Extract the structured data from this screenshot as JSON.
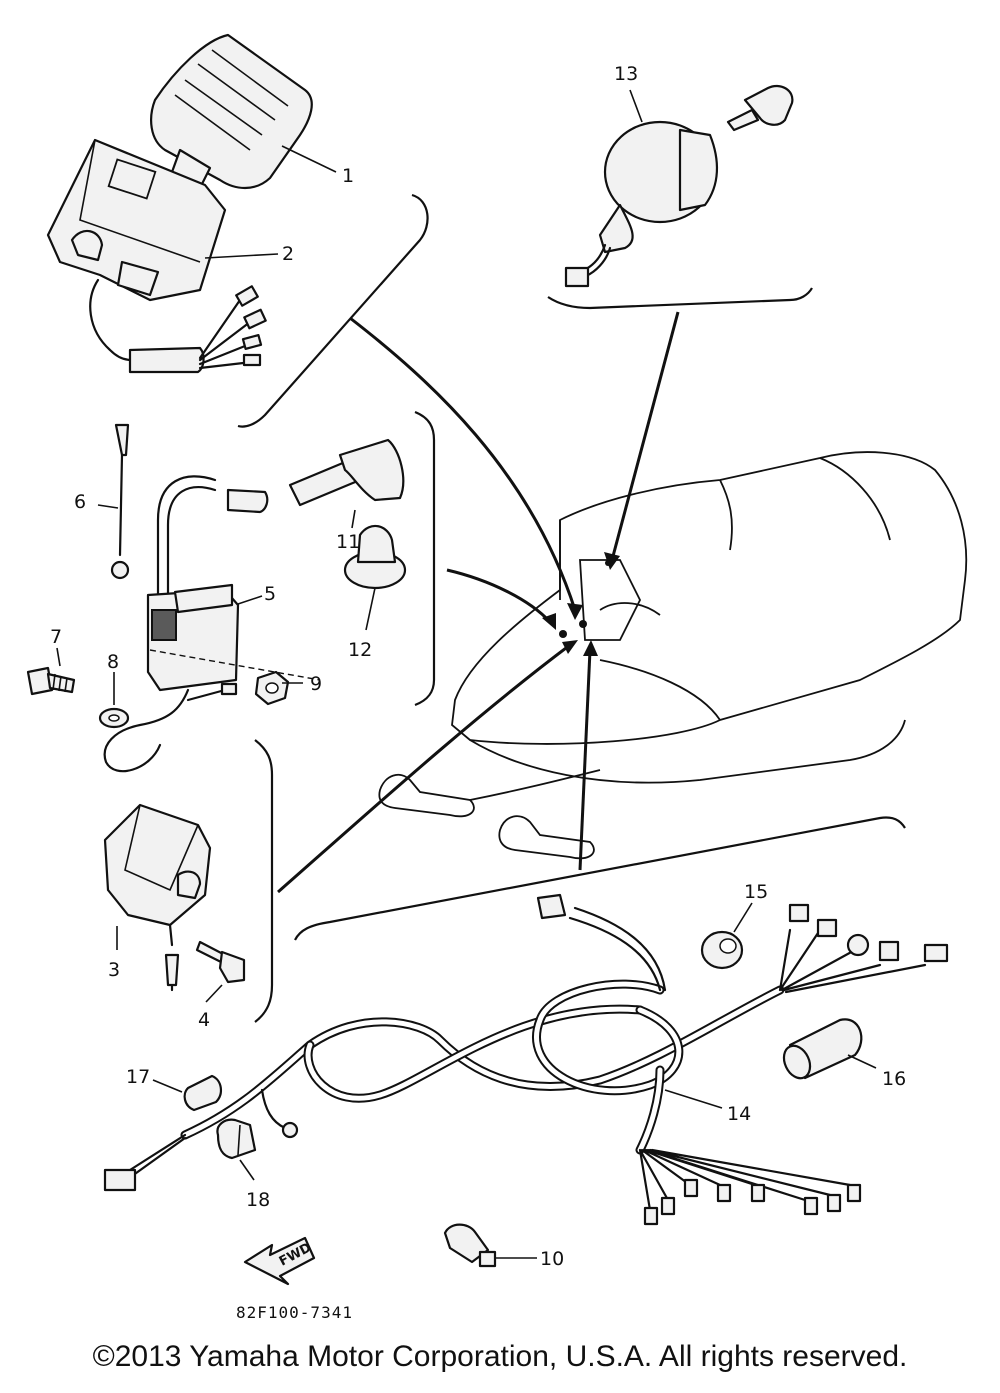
{
  "diagram": {
    "part_labels": [
      "1",
      "2",
      "3",
      "4",
      "5",
      "6",
      "7",
      "8",
      "9",
      "10",
      "11",
      "12",
      "13",
      "14",
      "15",
      "16",
      "17",
      "18"
    ],
    "fwd_label": "FWD",
    "drawing_code": "82F100-7341"
  },
  "footer": {
    "copyright": "©2013 Yamaha Motor Corporation, U.S.A. All rights reserved."
  }
}
